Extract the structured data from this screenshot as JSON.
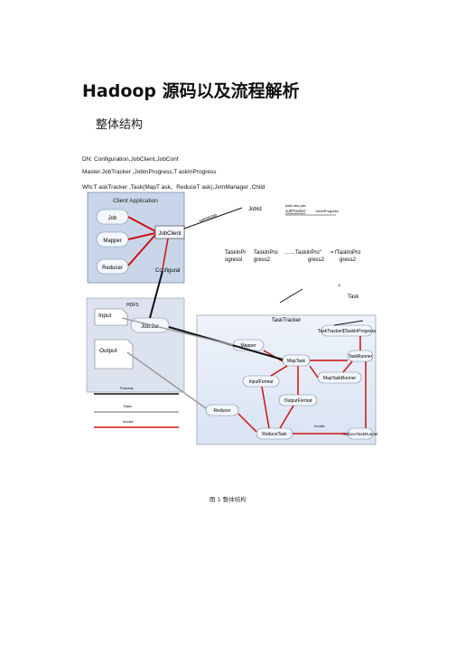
{
  "page": {
    "title": "Hadoop 源码以及流程解析",
    "subtitle": "整体结构",
    "lines": [
      "DN: Configuration,JobClient,JobConf",
      "Master:JobTracker ,JobInProgress,T askInProgress",
      "WN:T askTracker ,Task(MapT ask、ReduceT ask),JvmManager ,Child"
    ],
    "caption": "图 1 整体结构"
  },
  "diagram": {
    "client_app": {
      "title": "Client Application",
      "job": "Job",
      "mapper": "Mapper",
      "reducer": "Reducer",
      "jobclient": "JobClient",
      "configural": "Configural"
    },
    "submit_job": "submitJob",
    "jobid": "JobId",
    "add_job_1": "Add new job:",
    "add_job_2": "JobTracker",
    "add_job_3": "JobInProgress",
    "tip_1": "TaskInPr",
    "tip_1b": "ogressl",
    "tip_2": "TaskInPro",
    "tip_2b": "gress2",
    "tip_dots": "……",
    "tip_3": "TaskInPro\"",
    "tip_3b": "gress2",
    "tip_4": "fTaskInPro",
    "tip_4b": "gress2",
    "task_label": "Task",
    "hdfs": "HDFS",
    "input": "Input",
    "output": "Output",
    "jobjar": "Job.Jar",
    "tasktracker": {
      "title": "TaskTracker",
      "ttip": "TaskTracker$TaskInProgress",
      "taskrunner": "TaskRunner",
      "mapper": "Mapper",
      "maptask": "MapTask",
      "inputformat": "InputFormat",
      "maptaskrunner": "MapTaskRunner",
      "outputformat": "OutputFormat",
      "reducer": "Reducer",
      "reducetask": "ReduceTask",
      "reducetaskrunner": "ReduceTaskRunner",
      "invoke": "Invoke"
    },
    "legend": {
      "process": "Process",
      "data": "Data",
      "invoke": "Invoke"
    }
  }
}
